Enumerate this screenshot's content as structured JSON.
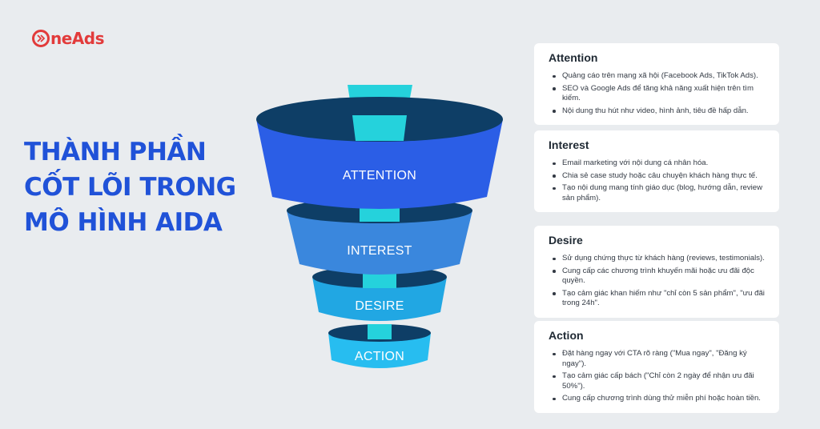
{
  "brand": {
    "name": "neAds",
    "color": "#e23b3b"
  },
  "headline": [
    "THÀNH PHẦN",
    "CỐT LÕI TRONG",
    "MÔ HÌNH AIDA"
  ],
  "colors": {
    "title": "#2052d8",
    "background": "#e9ecef",
    "accent_teal": "#25d2dc"
  },
  "funnel": {
    "stages": [
      {
        "label": "ATTENTION",
        "color": "#2b5ee6"
      },
      {
        "label": "INTEREST",
        "color": "#3a87dd"
      },
      {
        "label": "DESIRE",
        "color": "#21a7e3"
      },
      {
        "label": "ACTION",
        "color": "#27bdf0"
      }
    ]
  },
  "cards": [
    {
      "title": "Attention",
      "items": [
        "Quảng cáo trên mạng xã hội (Facebook Ads, TikTok Ads).",
        "SEO và Google Ads để tăng khả năng xuất hiện trên tìm kiếm.",
        "Nội dung thu hút như video, hình ảnh, tiêu đề hấp dẫn."
      ]
    },
    {
      "title": "Interest",
      "items": [
        "Email marketing với nội dung cá nhân hóa.",
        "Chia sẻ case study hoặc câu chuyện khách hàng thực tế.",
        "Tạo nội dung mang tính giáo dục (blog, hướng dẫn, review sản phẩm)."
      ]
    },
    {
      "title": "Desire",
      "items": [
        "Sử dụng chứng thực từ khách hàng (reviews, testimonials).",
        "Cung cấp các chương trình khuyến mãi hoặc ưu đãi độc quyền.",
        "Tạo cảm giác khan hiếm như \"chỉ còn 5 sản phẩm\", \"ưu đãi trong 24h\"."
      ]
    },
    {
      "title": "Action",
      "items": [
        "Đặt hàng ngay với CTA rõ ràng (\"Mua ngay\", \"Đăng ký ngay\").",
        "Tạo cảm giác cấp bách (\"Chỉ còn 2 ngày để nhận ưu đãi 50%\").",
        "Cung cấp chương trình dùng thử miễn phí hoặc hoàn tiền."
      ]
    }
  ]
}
